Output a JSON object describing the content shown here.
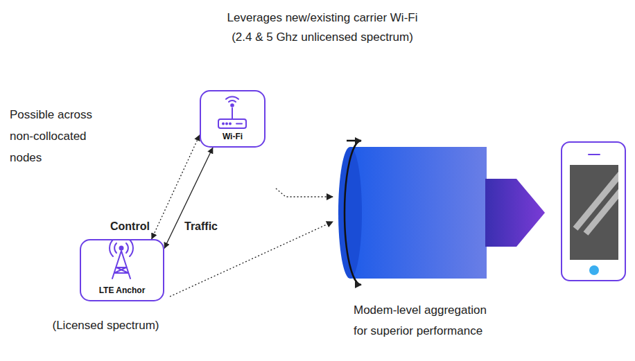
{
  "diagram": {
    "nodes": [
      {
        "text": [
          "Wi-Fi"
        ]
      },
      {
        "text": [
          "LTE Anchor"
        ]
      }
    ],
    "edges": [
      {
        "from": 1,
        "to": 0,
        "arrow": "both",
        "label": "Control"
      },
      {
        "from": 1,
        "to": 0,
        "arrow": "both",
        "label": "Traffic"
      }
    ],
    "labels": [
      "Leverages new/existing carrier Wi-Fi",
      "(2.4 & 5 Ghz unlicensed spectrum)",
      "Possible across non-collocated nodes",
      "(Licensed spectrum)",
      "Modem-level aggregation for superior performance"
    ]
  }
}
